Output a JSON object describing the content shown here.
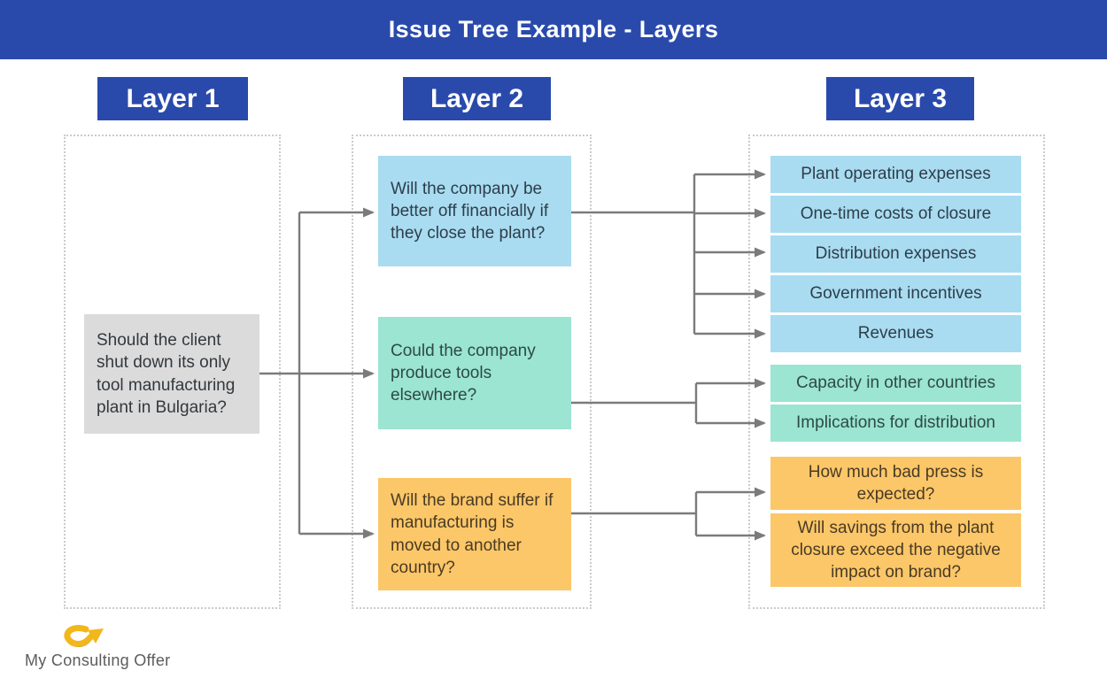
{
  "header": {
    "title": "Issue Tree Example - Layers"
  },
  "layer_labels": [
    {
      "label": "Layer 1"
    },
    {
      "label": "Layer 2"
    },
    {
      "label": "Layer 3"
    }
  ],
  "layer1": {
    "root_question": "Should the client shut down its only tool manufacturing plant in Bulgaria?"
  },
  "layer2": {
    "items": [
      {
        "text": "Will the company be better off financially if they close the plant?",
        "theme": "blue"
      },
      {
        "text": "Could the company produce tools elsewhere?",
        "theme": "teal"
      },
      {
        "text": "Will the brand suffer if manufacturing is moved to another country?",
        "theme": "orange"
      }
    ]
  },
  "layer3": {
    "financial": [
      "Plant operating expenses",
      "One-time costs of closure",
      "Distribution expenses",
      "Government incentives",
      "Revenues"
    ],
    "production": [
      "Capacity in other countries",
      "Implications for distribution"
    ],
    "brand": [
      "How much bad press is expected?",
      "Will savings from the plant closure exceed the negative impact on brand?"
    ]
  },
  "footer": {
    "brand_name": "My Consulting Offer"
  },
  "colors": {
    "header_blue": "#2a4aab",
    "light_blue": "#a9dcf1",
    "teal": "#9be5d2",
    "orange": "#fbc768",
    "gray_box": "#dbdbdb",
    "connector_gray": "#7b7b7b",
    "logo_yellow": "#f2b71c"
  }
}
